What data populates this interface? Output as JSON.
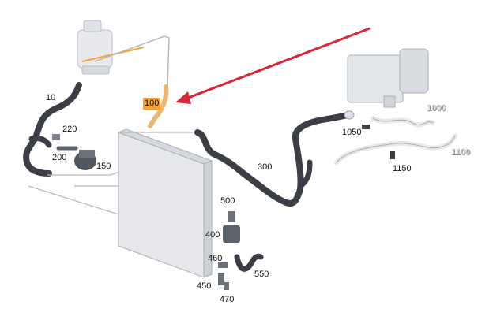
{
  "labels": {
    "l10": "10",
    "l100": "100",
    "l150": "150",
    "l200": "200",
    "l220": "220",
    "l300": "300",
    "l400": "400",
    "l450": "450",
    "l460": "460",
    "l470": "470",
    "l500": "500",
    "l550": "550",
    "l1000": "1000",
    "l1050": "1050",
    "l1100": "1100",
    "l1150": "1150"
  },
  "colors": {
    "highlight": "#f5a23a",
    "arrow": "#d6283a",
    "hose": "#3b3f45",
    "leader": "#b9b9b9",
    "part": "#cfd3d8"
  }
}
